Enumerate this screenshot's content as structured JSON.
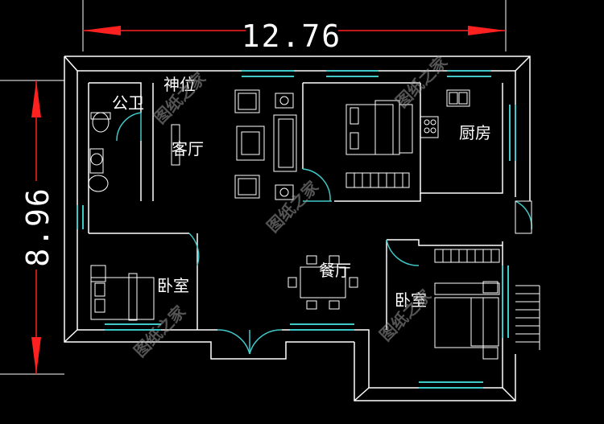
{
  "dimensions": {
    "width_label": "12.76",
    "height_label": "8.96"
  },
  "rooms": {
    "public_toilet": "公卫",
    "shrine": "神位",
    "living_room": "客厅",
    "kitchen": "厨房",
    "dining_room": "餐厅",
    "bedroom_left": "卧室",
    "bedroom_right": "卧室"
  },
  "watermarks": [
    "图纸之家",
    "图纸之家",
    "图纸之家",
    "图纸之家",
    "图纸之家"
  ],
  "colors": {
    "background": "#000000",
    "wall": "#ffffff",
    "dimension": "#ff2020",
    "door_window": "#40c8c8",
    "furniture": "#ffffff"
  }
}
